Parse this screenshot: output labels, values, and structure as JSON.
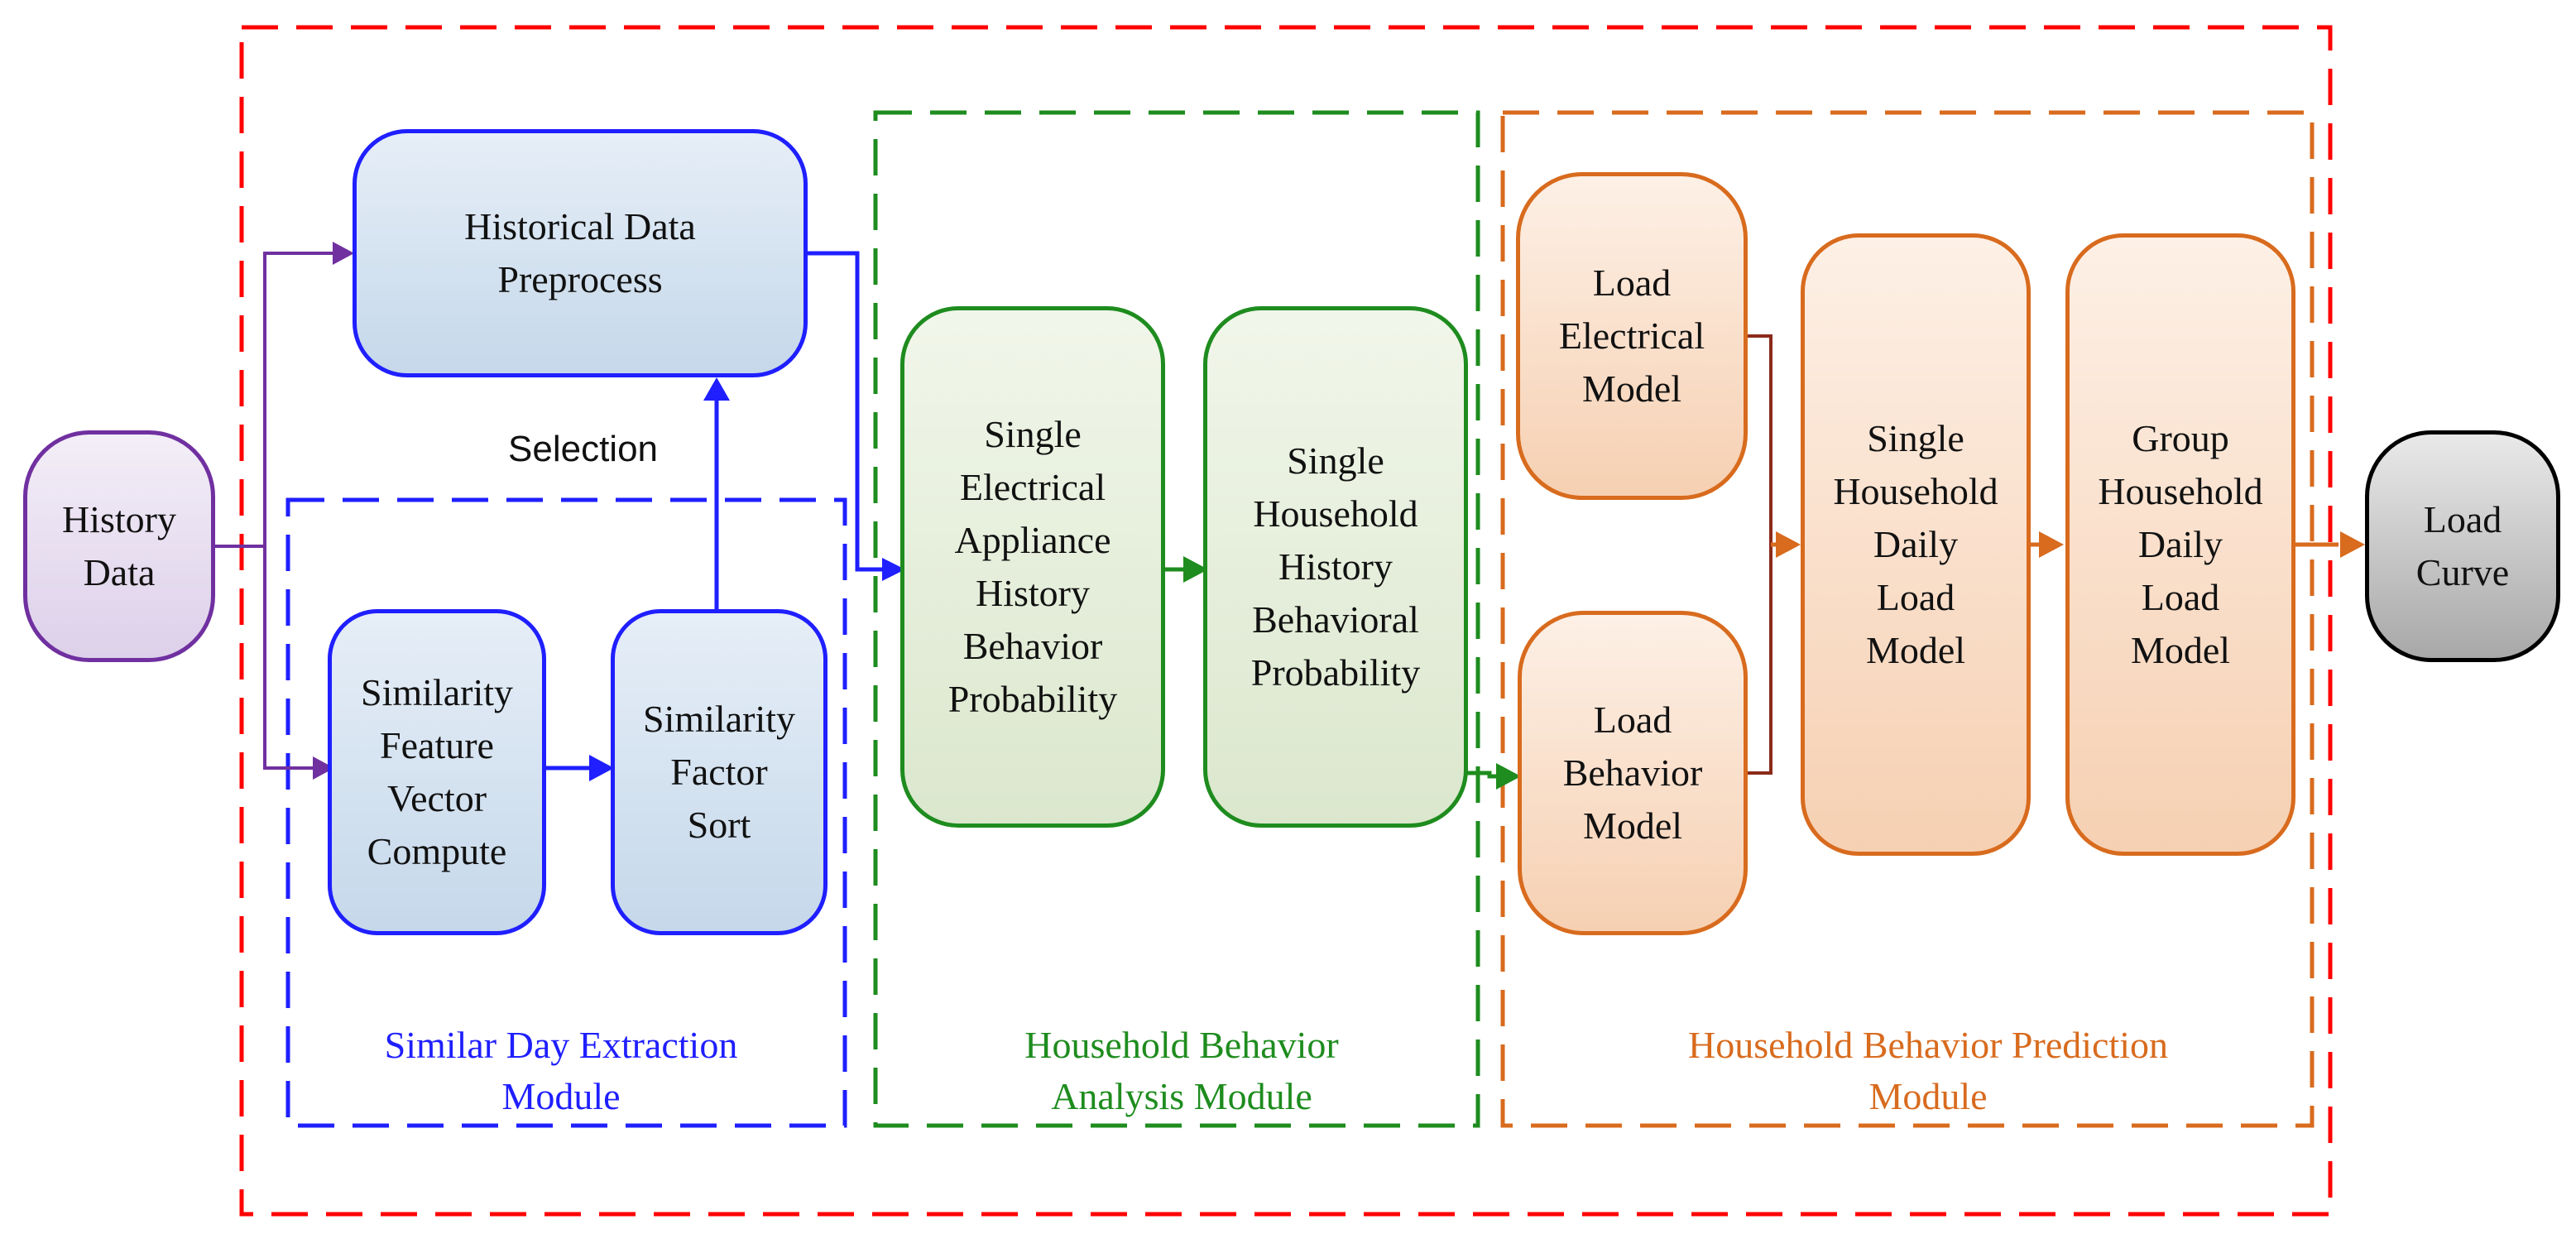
{
  "colors": {
    "outer": "#ff0000",
    "similar_module": "#1f1fff",
    "analysis_module": "#1e8c1e",
    "prediction_module": "#d86b1e",
    "history": "#7030a0",
    "load_link": "#8b2a1a"
  },
  "nodes": {
    "history_data": [
      "History",
      "Data"
    ],
    "historical_preprocess": [
      "Historical Data",
      "Preprocess"
    ],
    "similarity_feature": [
      "Similarity",
      "Feature",
      "Vector",
      "Compute"
    ],
    "similarity_factor": [
      "Similarity",
      "Factor",
      "Sort"
    ],
    "single_appliance": [
      "Single",
      "Electrical",
      "Appliance",
      "History",
      "Behavior",
      "Probability"
    ],
    "single_household_history": [
      "Single",
      "Household",
      "History",
      "Behavioral",
      "Probability"
    ],
    "load_electrical": [
      "Load",
      "Electrical",
      "Model"
    ],
    "load_behavior": [
      "Load",
      "Behavior",
      "Model"
    ],
    "single_household_daily": [
      "Single",
      "Household",
      "Daily",
      "Load",
      "Model"
    ],
    "group_household_daily": [
      "Group",
      "Household",
      "Daily",
      "Load",
      "Model"
    ],
    "load_curve": [
      "Load",
      "Curve"
    ]
  },
  "labels": {
    "selection": "Selection",
    "similar_module": [
      "Similar Day Extraction",
      "Module"
    ],
    "analysis_module": [
      "Household Behavior",
      "Analysis Module"
    ],
    "prediction_module": [
      "Household Behavior Prediction",
      "Module"
    ]
  }
}
